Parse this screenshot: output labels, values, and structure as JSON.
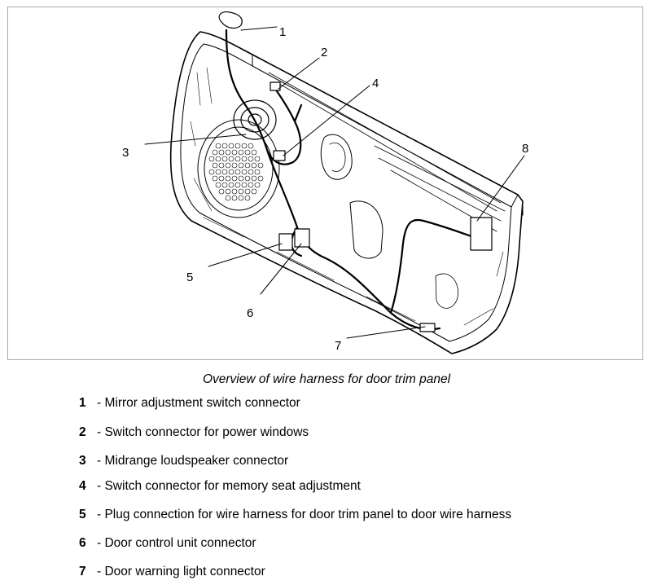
{
  "caption": "Overview of wire harness for door trim panel",
  "callouts": [
    "1",
    "2",
    "3",
    "4",
    "5",
    "6",
    "7",
    "8"
  ],
  "legend": [
    {
      "num": "1",
      "text": "- Mirror adjustment switch connector"
    },
    {
      "num": "2",
      "text": "- Switch connector for power windows"
    },
    {
      "num": "3",
      "text": "- Midrange loudspeaker connector"
    },
    {
      "num": "4",
      "text": "- Switch connector for memory seat adjustment"
    },
    {
      "num": "5",
      "text": "- Plug connection for wire harness for door trim panel to door wire harness"
    },
    {
      "num": "6",
      "text": "- Door control unit connector"
    },
    {
      "num": "7",
      "text": "- Door warning light connector"
    }
  ]
}
